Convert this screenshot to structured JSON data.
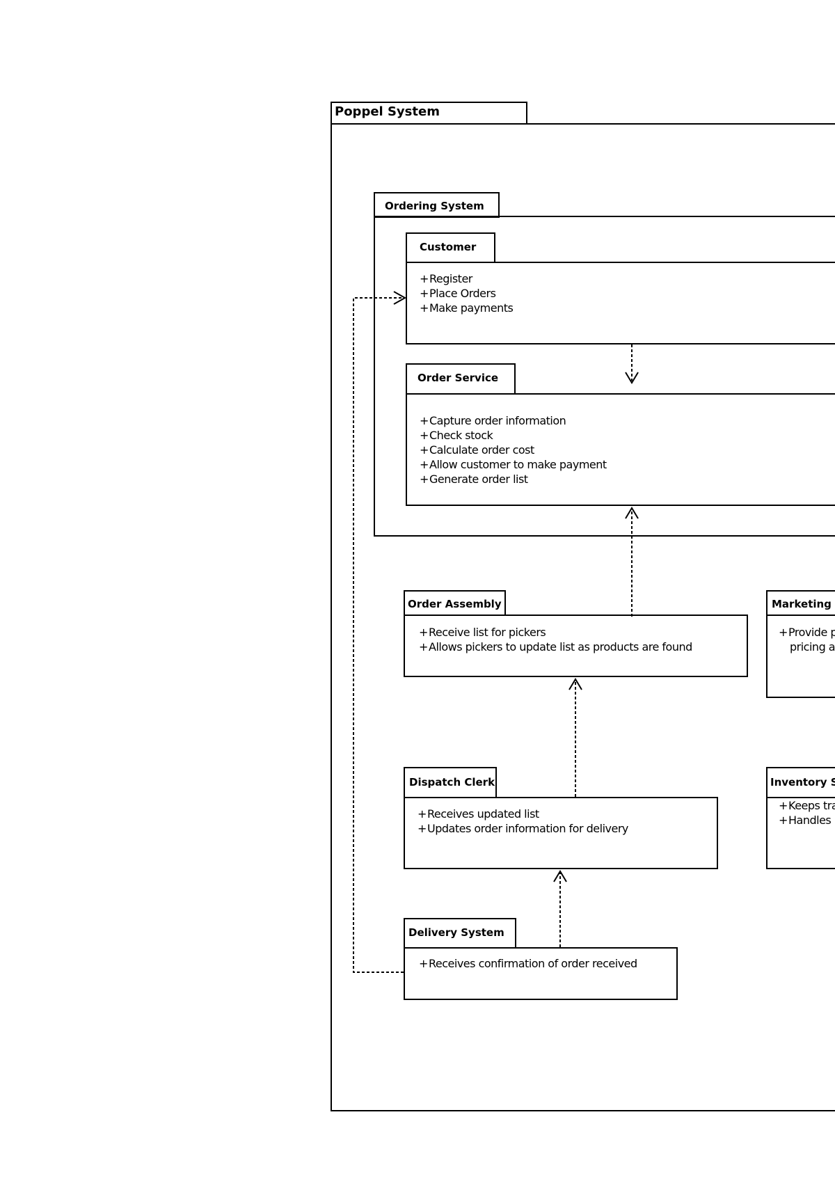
{
  "poppel": {
    "title": "Poppel System"
  },
  "ordering": {
    "title": "Ordering System"
  },
  "customer": {
    "title": "Customer",
    "operations": [
      "Register",
      "Place Orders",
      "Make payments"
    ]
  },
  "order_service": {
    "title": "Order Service",
    "operations": [
      "Capture order information",
      "Check stock",
      "Calculate order cost",
      "Allow customer to make payment",
      "Generate order list"
    ]
  },
  "order_assembly": {
    "title": "Order Assembly",
    "operations": [
      "Receive list for pickers",
      "Allows pickers to update list as products are found"
    ]
  },
  "marketing": {
    "title": "Marketing I",
    "operations": [
      "Provide p",
      "pricing a"
    ]
  },
  "dispatch_clerk": {
    "title": "Dispatch Clerk",
    "operations": [
      "Receives updated list",
      "Updates order information for delivery"
    ]
  },
  "inventory": {
    "title": "Inventory S",
    "operations": [
      "Keeps tra",
      "Handles"
    ]
  },
  "delivery": {
    "title": "Delivery System",
    "operations": [
      "Receives confirmation of order received"
    ]
  }
}
